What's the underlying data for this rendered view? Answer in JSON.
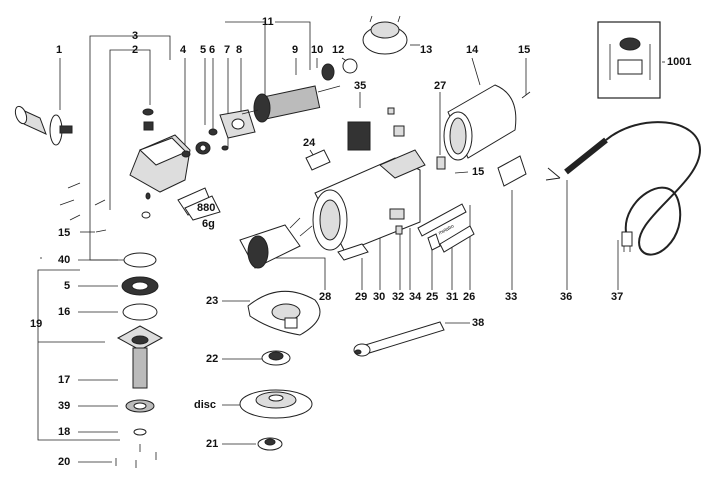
{
  "diagram": {
    "labels": {
      "l1": "1",
      "l2": "2",
      "l3": "3",
      "l4": "4",
      "l5": "5",
      "l6": "6",
      "l7": "7",
      "l8": "8",
      "l9": "9",
      "l10": "10",
      "l11": "11",
      "l12": "12",
      "l13": "13",
      "l14": "14",
      "l15a": "15",
      "l15b": "15",
      "l15c": "15",
      "l1001": "1001",
      "l35": "35",
      "l27": "27",
      "l24": "24",
      "l880": "880",
      "l6g": "6g",
      "l40": "40",
      "l5b": "5",
      "l16": "16",
      "l19": "19",
      "l17": "17",
      "l39": "39",
      "l18": "18",
      "l20": "20",
      "l23": "23",
      "l22": "22",
      "ldisc": "disc",
      "l21": "21",
      "l28": "28",
      "l29": "29",
      "l30": "30",
      "l32": "32",
      "l34": "34",
      "l25": "25",
      "l31": "31",
      "l26": "26",
      "l33": "33",
      "l36": "36",
      "l37": "37",
      "l38": "38"
    },
    "label_text": "metabo"
  }
}
